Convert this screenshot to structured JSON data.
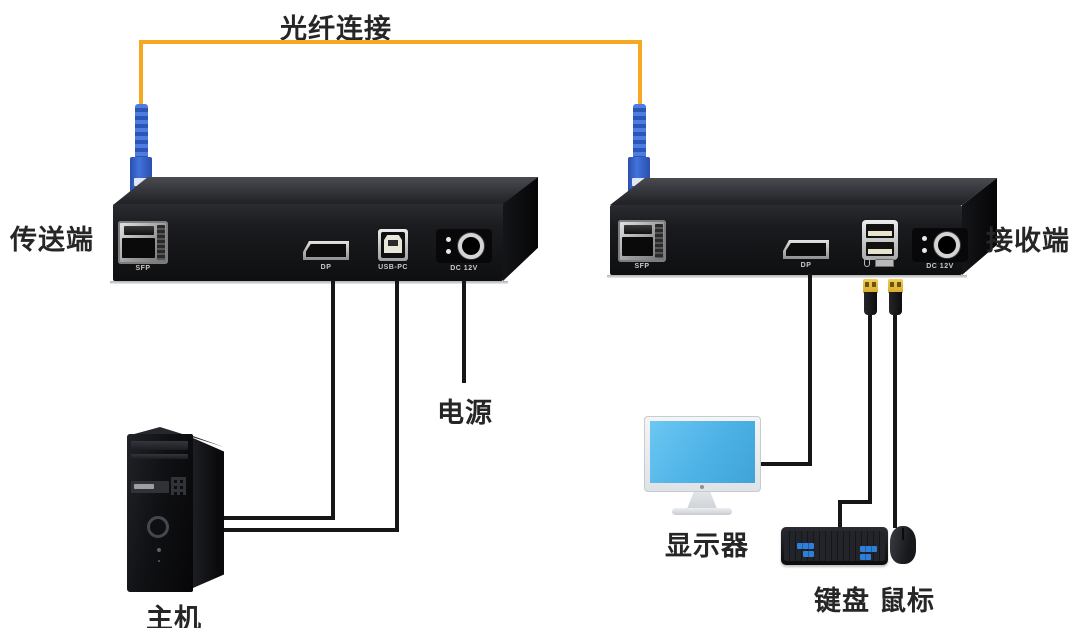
{
  "title": "光纤连接",
  "devices": {
    "transmitter": {
      "label": "传送端",
      "ports": {
        "sfp": "SFP",
        "dp": "DP",
        "usb": "USB-PC",
        "power": "DC 12V"
      }
    },
    "receiver": {
      "label": "接收端",
      "ports": {
        "sfp": "SFP",
        "dp": "DP",
        "power": "DC 12V"
      }
    }
  },
  "peripherals": {
    "host": "主机",
    "power": "电源",
    "monitor": "显示器",
    "keyboard": "键盘",
    "mouse": "鼠标"
  },
  "colors": {
    "fiber_cable": "#F7A823",
    "sc_connector_blue": "#3A6FD8",
    "signal_cable": "#161616",
    "monitor_screen_blue": "#4FB5E8",
    "usb_connector_gold": "#E3BB3F"
  }
}
